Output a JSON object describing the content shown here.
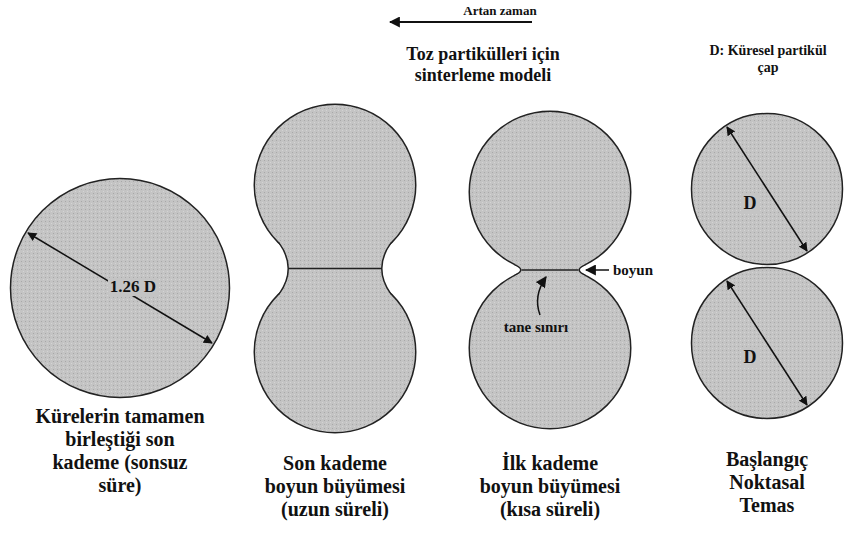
{
  "diagram": {
    "title": "Toz partikülleri için sinterleme modeli",
    "nodes": [
      {
        "text": [
          "1.26 D"
        ]
      },
      {
        "text": [
          "D"
        ]
      },
      {
        "text": [
          "D"
        ]
      }
    ],
    "labels": [
      "Artan zaman",
      "D: Küresel partikül çap",
      "boyun",
      "tane sınırı",
      "Kürelerin tamamen birleştiği son kademe (sonsuz süre)",
      "Son kademe boyun büyümesi (uzun süreli)",
      "İlk kademe boyun büyümesi (kısa süreli)",
      "Başlangıç Noktasal Temas"
    ]
  }
}
